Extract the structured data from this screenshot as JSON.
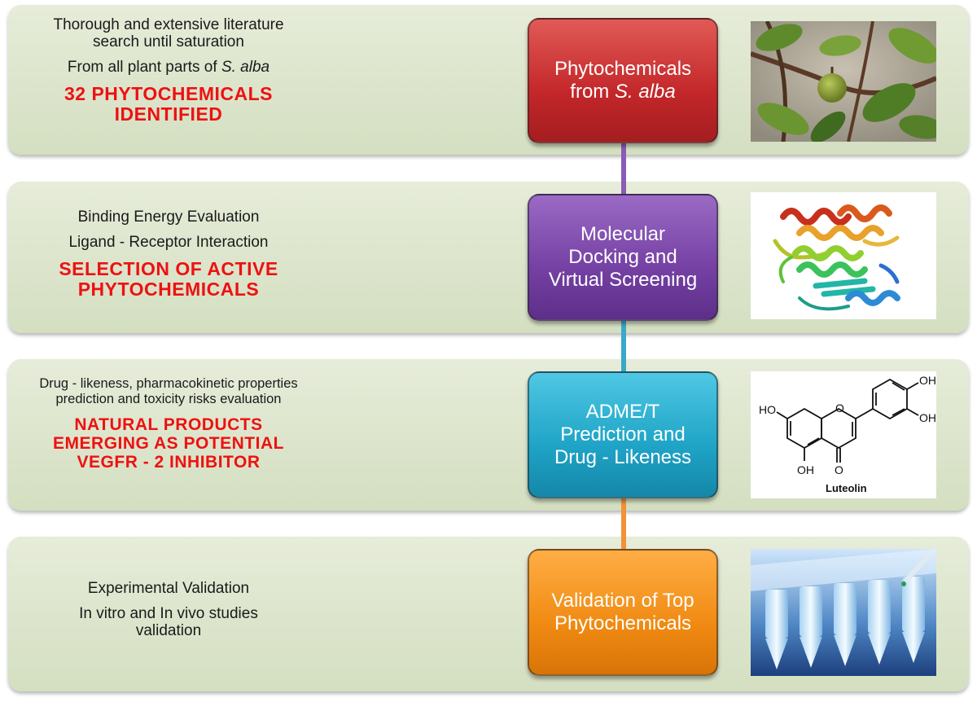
{
  "stages": [
    {
      "left_lines": [
        "Thorough and extensive literature search until saturation"
      ],
      "left_source_prefix": "From all plant parts of ",
      "left_source_species": "S. alba",
      "left_highlight": "32 PHYTOCHEMICALS IDENTIFIED",
      "box_title_prefix": "Phytochemicals from ",
      "box_title_species": "S. alba",
      "image_icon": "plant-fruit-photo"
    },
    {
      "left_lines": [
        "Binding Energy Evaluation",
        "Ligand - Receptor Interaction"
      ],
      "left_highlight": "SELECTION OF ACTIVE PHYTOCHEMICALS",
      "box_title": "Molecular Docking and Virtual Screening",
      "image_icon": "protein-ribbon-structure"
    },
    {
      "left_lines": [
        "Drug - likeness, pharmacokinetic properties prediction and  toxicity risks evaluation"
      ],
      "left_highlight": "NATURAL PRODUCTS EMERGING AS POTENTIAL VEGFR - 2 INHIBITOR",
      "box_title": "ADME/T Prediction and Drug - Likeness",
      "image_icon": "luteolin-structure",
      "molecule_caption": "Luteolin",
      "molecule_labels": {
        "oh_top": "OH",
        "oh_right": "OH",
        "ho_left": "HO",
        "oh_bottom": "OH",
        "o_carbonyl": "O"
      }
    },
    {
      "left_lines": [
        "Experimental Validation",
        "In vitro and In vivo studies validation"
      ],
      "box_title": "Validation of Top Phytochemicals",
      "image_icon": "lab-tubes-photo"
    }
  ],
  "colors": {
    "panel": "#dce4cc",
    "highlight": "#ee1111",
    "stage1": "#c3272a",
    "stage2": "#7440a3",
    "stage3": "#1ea3c6",
    "stage4": "#f08a12",
    "connector1": "#8a5bb5",
    "connector2": "#39a9c9",
    "connector3": "#f0923a"
  }
}
